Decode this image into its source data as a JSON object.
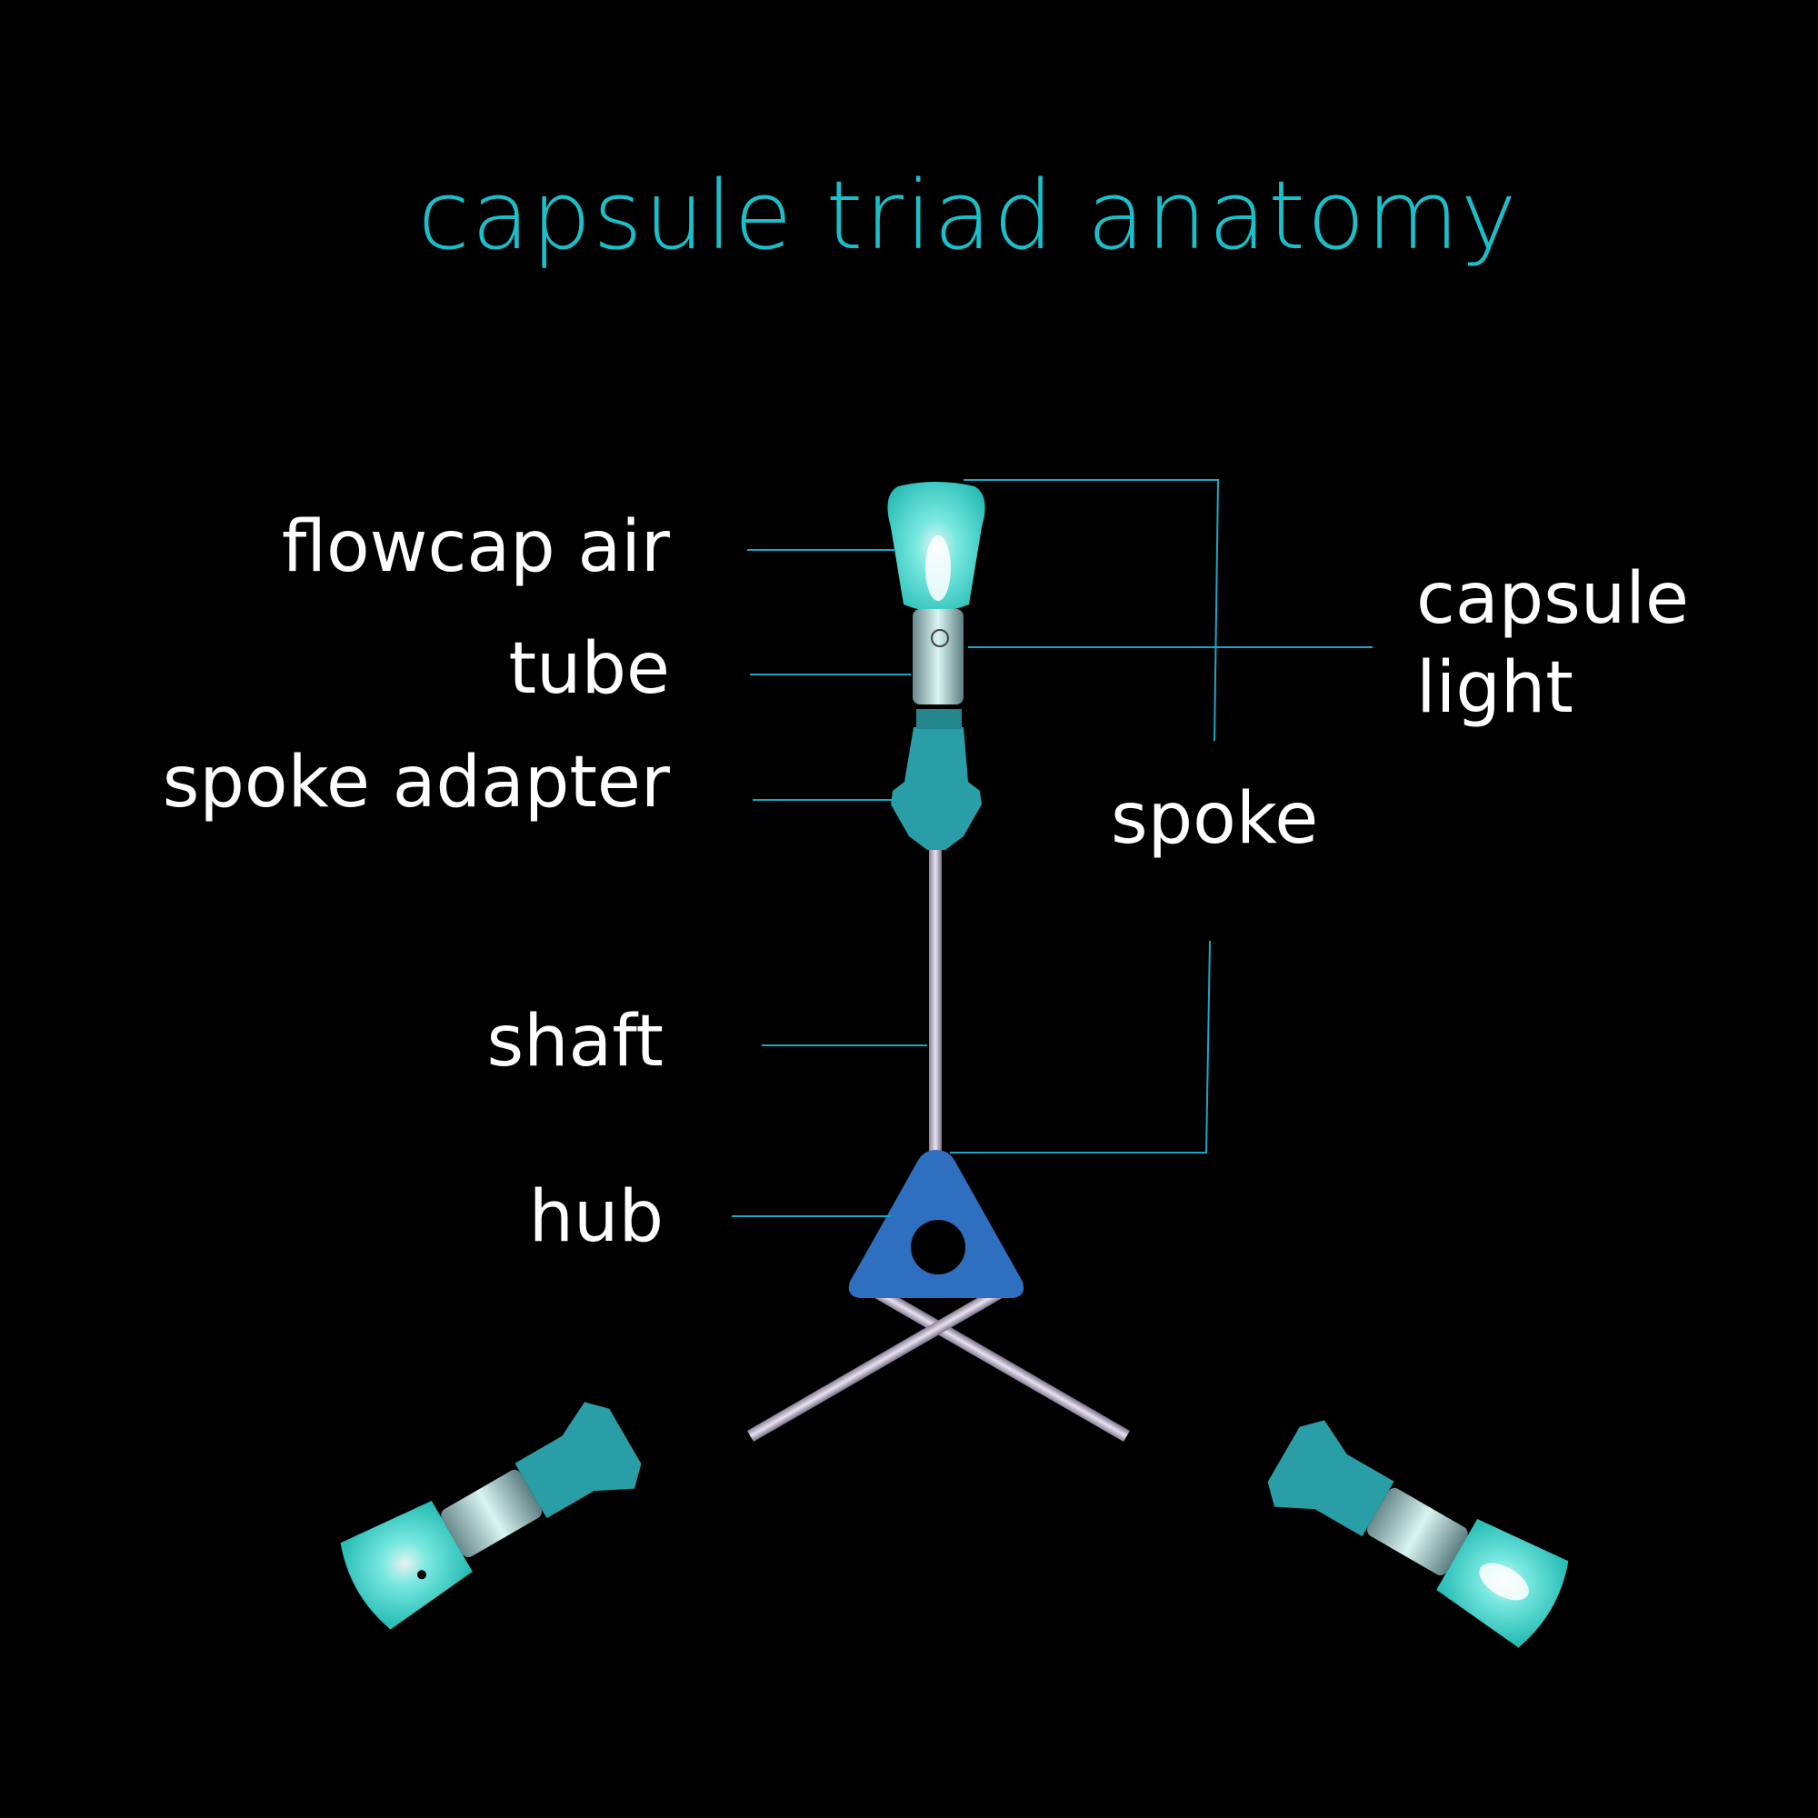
{
  "title": "capsule triad anatomy",
  "labels": {
    "flowcap_air": "flowcap air",
    "tube": "tube",
    "spoke_adapter": "spoke adapter",
    "shaft": "shaft",
    "hub": "hub",
    "capsule_light_line1": "capsule",
    "capsule_light_line2": "light",
    "spoke": "spoke"
  },
  "colors": {
    "background": "#000000",
    "title": "#1bbfc9",
    "leader_lines": "#1ba7c4",
    "glow": "#3de8de",
    "adapter": "#2a9ea6",
    "hub": "#2f6fbf",
    "label_text": "#ffffff"
  }
}
